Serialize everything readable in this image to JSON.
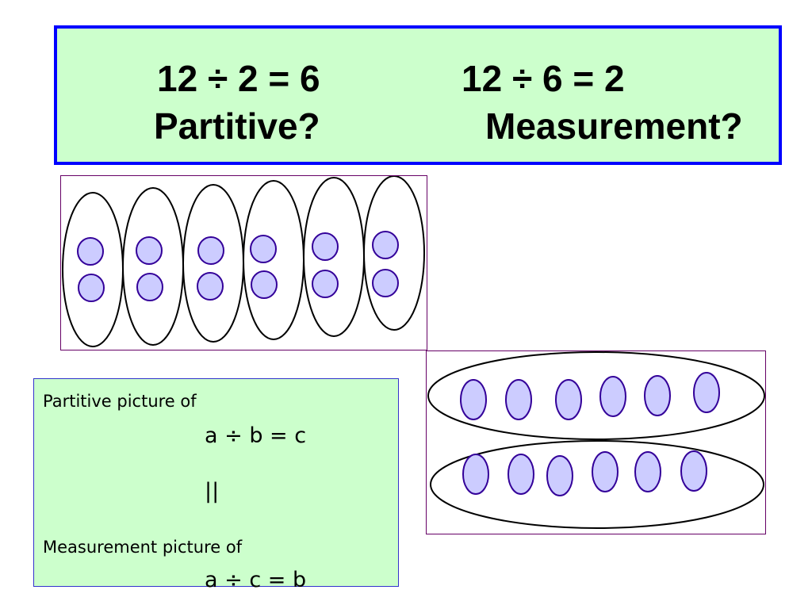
{
  "header": {
    "eq_left": "12 ÷ 2 = 6",
    "eq_right": "12 ÷ 6 = 2",
    "label_left": "Partitive?",
    "label_right": "Measurement?"
  },
  "partitive_diagram": {
    "groups": 6,
    "items_per_group": 2
  },
  "measurement_diagram": {
    "groups": 2,
    "items_per_group": 6
  },
  "note": {
    "line1": "Partitive picture of",
    "formula1": "a ÷ b = c",
    "equals_sign": "||",
    "line2": "Measurement picture of",
    "formula2": "a ÷ c = b"
  },
  "colors": {
    "panel_fill": "#ccffcc",
    "panel_border": "#0000ff",
    "item_fill": "#ccccff",
    "item_stroke": "#330099"
  }
}
